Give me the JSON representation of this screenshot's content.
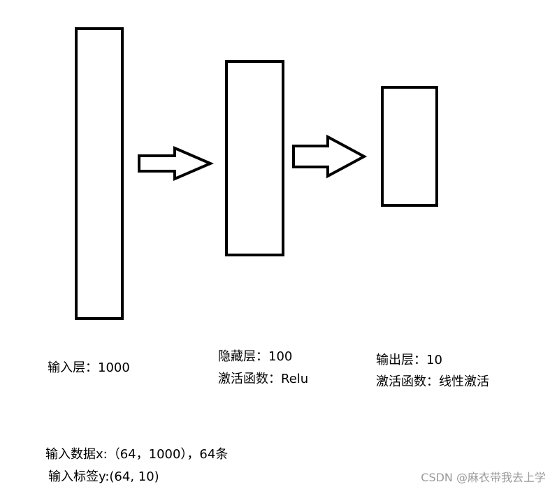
{
  "input_layer": {
    "label": "输入层：1000"
  },
  "hidden_layer": {
    "label": "隐藏层：100",
    "activation": "激活函数：Relu"
  },
  "output_layer": {
    "label": "输出层：10",
    "activation": "激活函数：线性激活"
  },
  "notes": {
    "input_data": "输入数据x:（64，1000），64条",
    "input_labels": "输入标签y:(64, 10)"
  },
  "watermark": "CSDN @麻衣带我去上学",
  "colors": {
    "stroke": "#000000",
    "background": "#ffffff",
    "watermark": "#9a9a9a"
  }
}
